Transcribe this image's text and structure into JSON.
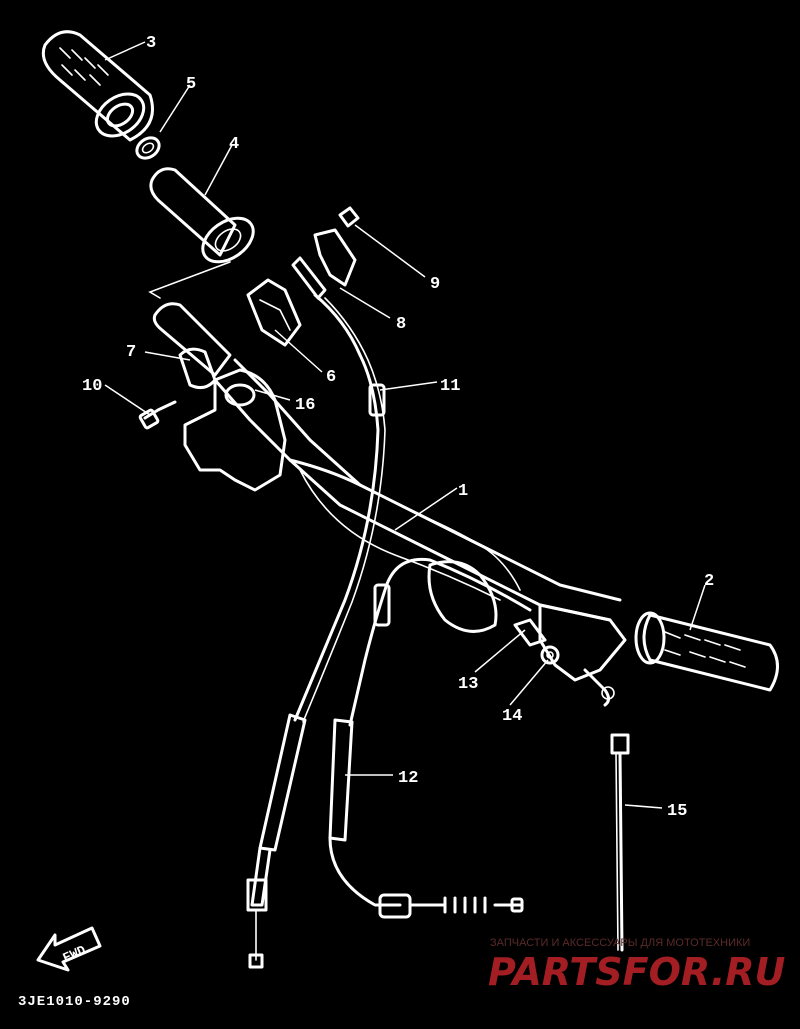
{
  "diagram": {
    "callouts": [
      {
        "id": "1",
        "label": "1"
      },
      {
        "id": "2",
        "label": "2"
      },
      {
        "id": "3",
        "label": "3"
      },
      {
        "id": "4",
        "label": "4"
      },
      {
        "id": "5",
        "label": "5"
      },
      {
        "id": "6",
        "label": "6"
      },
      {
        "id": "7",
        "label": "7"
      },
      {
        "id": "8",
        "label": "8"
      },
      {
        "id": "9",
        "label": "9"
      },
      {
        "id": "10",
        "label": "10"
      },
      {
        "id": "11",
        "label": "11"
      },
      {
        "id": "12",
        "label": "12"
      },
      {
        "id": "13",
        "label": "13"
      },
      {
        "id": "14",
        "label": "14"
      },
      {
        "id": "15",
        "label": "15"
      },
      {
        "id": "16",
        "label": "16"
      }
    ],
    "fwd_label": "FWD",
    "part_code": "3JE1010-9290"
  },
  "watermark": {
    "tagline": "ЗАПЧАСТИ И АКСЕССУАРЫ ДЛЯ МОТОТЕХНИКИ",
    "brand": "PARTSFOR.RU"
  }
}
